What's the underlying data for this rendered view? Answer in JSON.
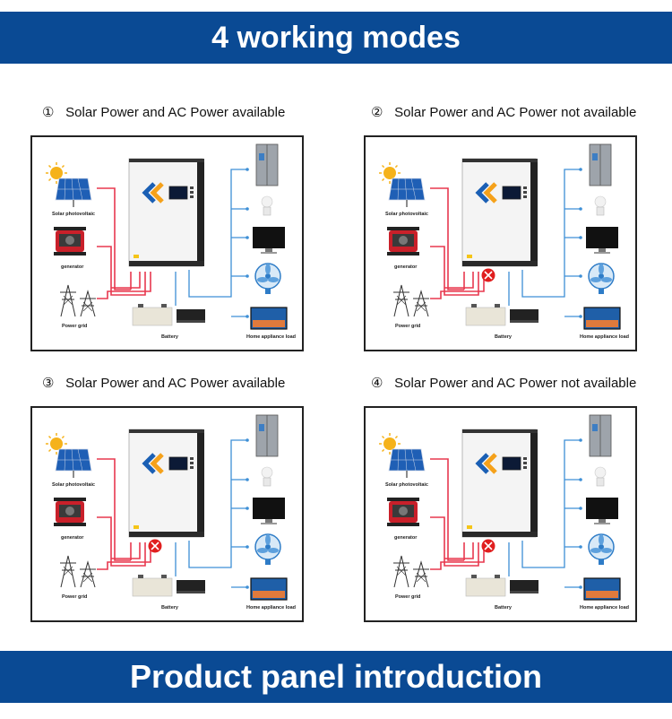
{
  "header": {
    "title": "4 working modes"
  },
  "footer": {
    "title": "Product panel introduction"
  },
  "modes": [
    {
      "number": "①",
      "caption": "Solar Power and AC Power available",
      "cross": false
    },
    {
      "number": "②",
      "caption": "Solar Power and AC Power not available",
      "cross": true
    },
    {
      "number": "③",
      "caption": "Solar Power and AC Power available",
      "cross": true
    },
    {
      "number": "④",
      "caption": "Solar Power and AC Power not available",
      "cross": true
    }
  ],
  "labels": {
    "solar": "Solar photovoltaic",
    "generator": "generator",
    "grid": "Power grid",
    "battery": "Battery",
    "load": "Home appliance load"
  },
  "colors": {
    "banner": "#0a4a94",
    "ac_line": "#e8384f",
    "load_line": "#3d8fd6",
    "cross": "#e01e1e"
  }
}
